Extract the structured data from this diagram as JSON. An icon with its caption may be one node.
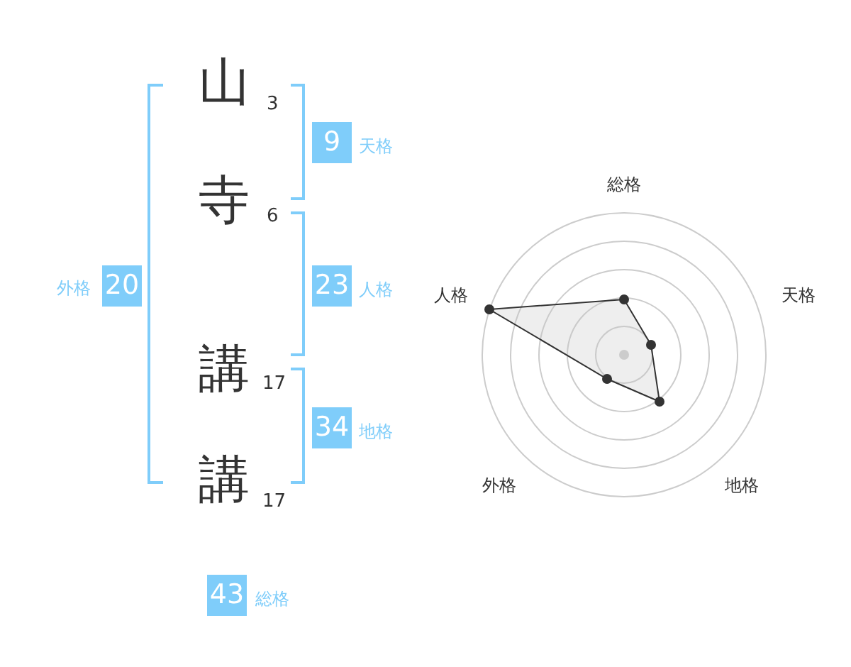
{
  "diagram": {
    "labels": [
      "山",
      "3",
      "9",
      "天格",
      "総格",
      "寺",
      "6",
      "外格",
      "20",
      "23",
      "人格",
      "人格",
      "天格",
      "講",
      "17",
      "34",
      "地格",
      "講",
      "17",
      "外格",
      "地格",
      "43",
      "総格"
    ]
  }
}
